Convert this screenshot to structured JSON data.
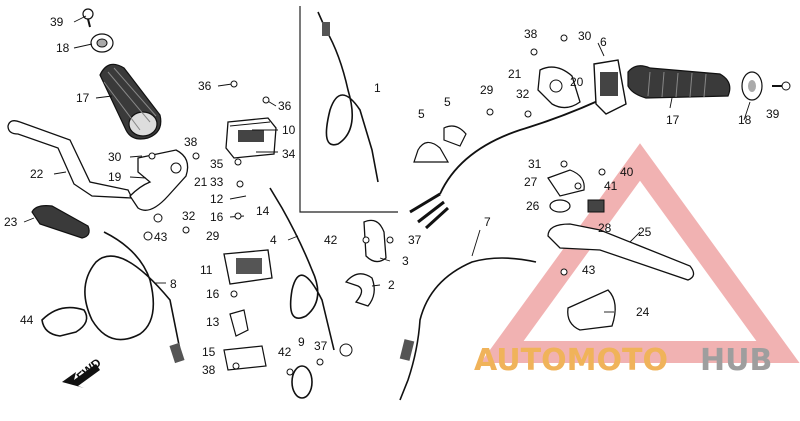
{
  "diagram": {
    "direction_label": "FWD",
    "watermark": {
      "part1": "AUTOMOTO",
      "part2": "HUB",
      "color_red": "#e53935",
      "color_orange": "#f0b35a",
      "color_gray": "#9e9e9e"
    },
    "callouts": [
      {
        "id": "c-39a",
        "number": "39"
      },
      {
        "id": "c-18a",
        "number": "18"
      },
      {
        "id": "c-17a",
        "number": "17"
      },
      {
        "id": "c-36a",
        "number": "36"
      },
      {
        "id": "c-36b",
        "number": "36"
      },
      {
        "id": "c-10",
        "number": "10"
      },
      {
        "id": "c-38a",
        "number": "38"
      },
      {
        "id": "c-34",
        "number": "34"
      },
      {
        "id": "c-30a",
        "number": "30"
      },
      {
        "id": "c-35",
        "number": "35"
      },
      {
        "id": "c-19",
        "number": "19"
      },
      {
        "id": "c-21a",
        "number": "21"
      },
      {
        "id": "c-33",
        "number": "33"
      },
      {
        "id": "c-22",
        "number": "22"
      },
      {
        "id": "c-12",
        "number": "12"
      },
      {
        "id": "c-14",
        "number": "14"
      },
      {
        "id": "c-16a",
        "number": "16"
      },
      {
        "id": "c-23",
        "number": "23"
      },
      {
        "id": "c-32a",
        "number": "32"
      },
      {
        "id": "c-43a",
        "number": "43"
      },
      {
        "id": "c-29a",
        "number": "29"
      },
      {
        "id": "c-11",
        "number": "11"
      },
      {
        "id": "c-8",
        "number": "8"
      },
      {
        "id": "c-16b",
        "number": "16"
      },
      {
        "id": "c-44",
        "number": "44"
      },
      {
        "id": "c-13",
        "number": "13"
      },
      {
        "id": "c-15",
        "number": "15"
      },
      {
        "id": "c-38b",
        "number": "38"
      },
      {
        "id": "c-9",
        "number": "9"
      },
      {
        "id": "c-42a",
        "number": "42"
      },
      {
        "id": "c-37a",
        "number": "37"
      },
      {
        "id": "c-1",
        "number": "1"
      },
      {
        "id": "c-4",
        "number": "4"
      },
      {
        "id": "c-42b",
        "number": "42"
      },
      {
        "id": "c-37b",
        "number": "37"
      },
      {
        "id": "c-3",
        "number": "3"
      },
      {
        "id": "c-2",
        "number": "2"
      },
      {
        "id": "c-5a",
        "number": "5"
      },
      {
        "id": "c-5b",
        "number": "5"
      },
      {
        "id": "c-29b",
        "number": "29"
      },
      {
        "id": "c-32b",
        "number": "32"
      },
      {
        "id": "c-21b",
        "number": "21"
      },
      {
        "id": "c-20",
        "number": "20"
      },
      {
        "id": "c-38c",
        "number": "38"
      },
      {
        "id": "c-30b",
        "number": "30"
      },
      {
        "id": "c-6",
        "number": "6"
      },
      {
        "id": "c-17b",
        "number": "17"
      },
      {
        "id": "c-18b",
        "number": "18"
      },
      {
        "id": "c-39b",
        "number": "39"
      },
      {
        "id": "c-31",
        "number": "31"
      },
      {
        "id": "c-40",
        "number": "40"
      },
      {
        "id": "c-27",
        "number": "27"
      },
      {
        "id": "c-41",
        "number": "41"
      },
      {
        "id": "c-26",
        "number": "26"
      },
      {
        "id": "c-28",
        "number": "28"
      },
      {
        "id": "c-25",
        "number": "25"
      },
      {
        "id": "c-7",
        "number": "7"
      },
      {
        "id": "c-43b",
        "number": "43"
      },
      {
        "id": "c-24",
        "number": "24"
      }
    ]
  }
}
